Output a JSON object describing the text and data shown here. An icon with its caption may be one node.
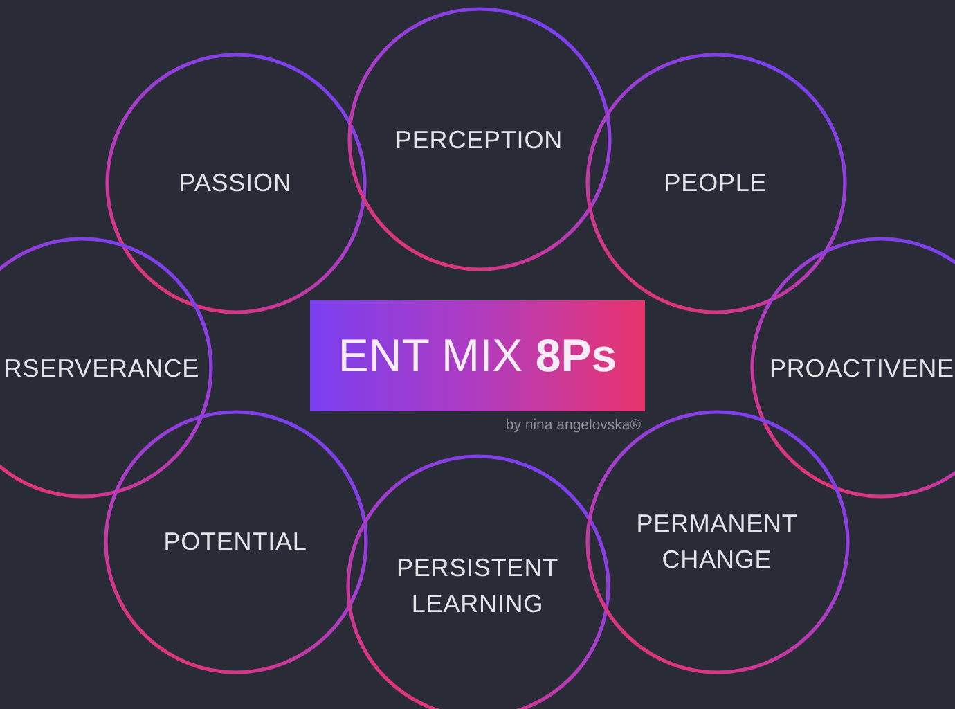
{
  "diagram": {
    "nodes": [
      {
        "text": [
          "PASSION"
        ]
      },
      {
        "text": [
          "PERCEPTION"
        ]
      },
      {
        "text": [
          "PEOPLE"
        ]
      },
      {
        "text": [
          "RSERVERANCE"
        ]
      },
      {
        "text": [
          "ENT MIX **8Ps**"
        ],
        "beside": [
          "by nina angelovska®"
        ]
      },
      {
        "text": [
          "PROACTIVENE"
        ]
      },
      {
        "text": [
          "POTENTIAL"
        ]
      },
      {
        "text": [
          "PERSISTENT LEARNING"
        ]
      },
      {
        "text": [
          "PERMANENT CHANGE"
        ]
      }
    ]
  }
}
